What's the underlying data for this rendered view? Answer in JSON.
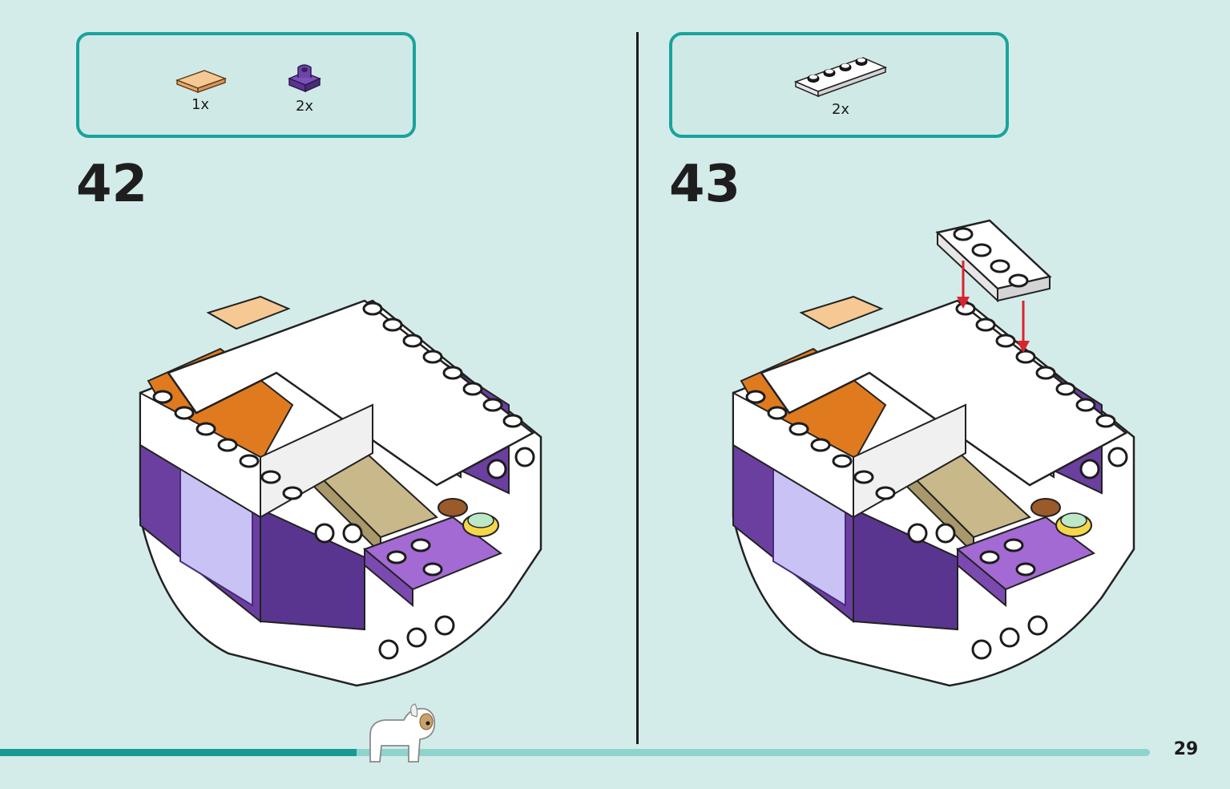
{
  "steps": [
    {
      "number": "42",
      "parts": [
        {
          "qty": "1x",
          "icon": "tan-tile-icon",
          "color": "#f4c08b"
        },
        {
          "qty": "2x",
          "icon": "purple-clip-plate-icon",
          "color": "#6b3fa0"
        }
      ]
    },
    {
      "number": "43",
      "parts": [
        {
          "qty": "2x",
          "icon": "white-plate-1x4-icon",
          "color": "#ffffff"
        }
      ]
    }
  ],
  "page": {
    "number": "29",
    "progress": 0.31
  },
  "colors": {
    "accent": "#1aa39d",
    "background": "#d3ecea",
    "purple": "#6b3fa0",
    "orange": "#e07a1f",
    "arrow": "#d9232e"
  }
}
